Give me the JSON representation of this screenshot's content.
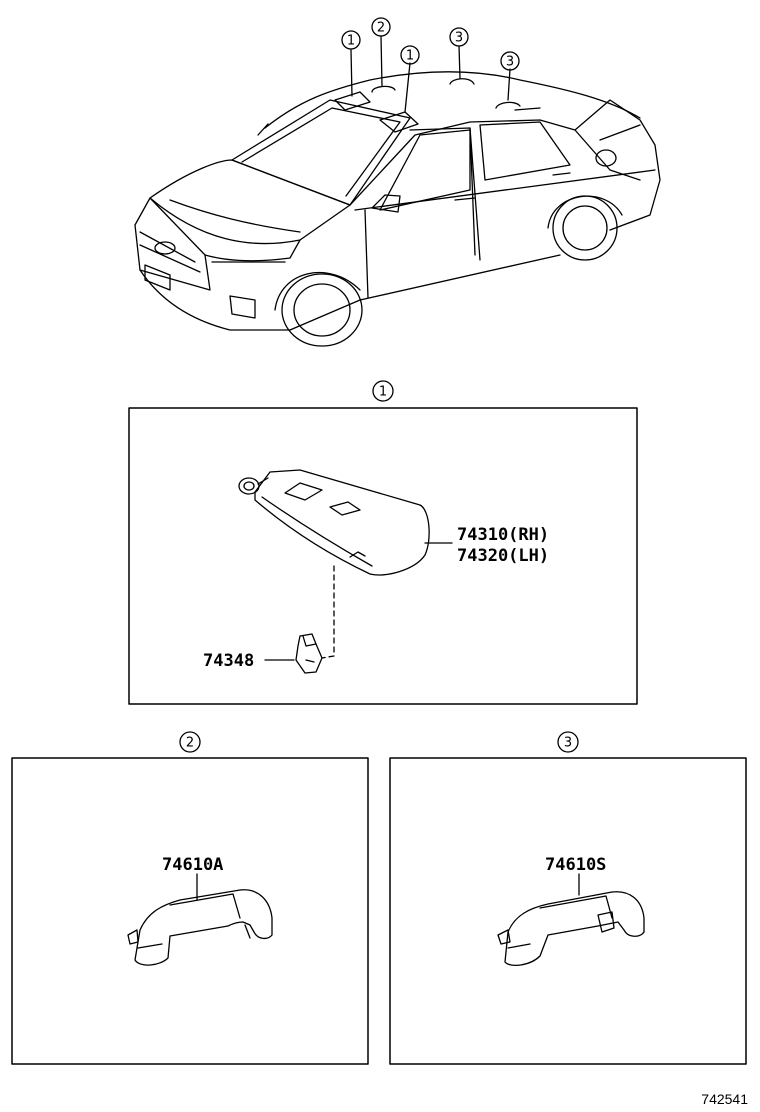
{
  "callouts": {
    "c1": "1",
    "c2": "2",
    "c3": "3"
  },
  "panel1": {
    "part_rh": "74310(RH)",
    "part_lh": "74320(LH)",
    "part_holder": "74348"
  },
  "panel2": {
    "part": "74610A"
  },
  "panel3": {
    "part": "74610S"
  },
  "figure_id": "742541"
}
